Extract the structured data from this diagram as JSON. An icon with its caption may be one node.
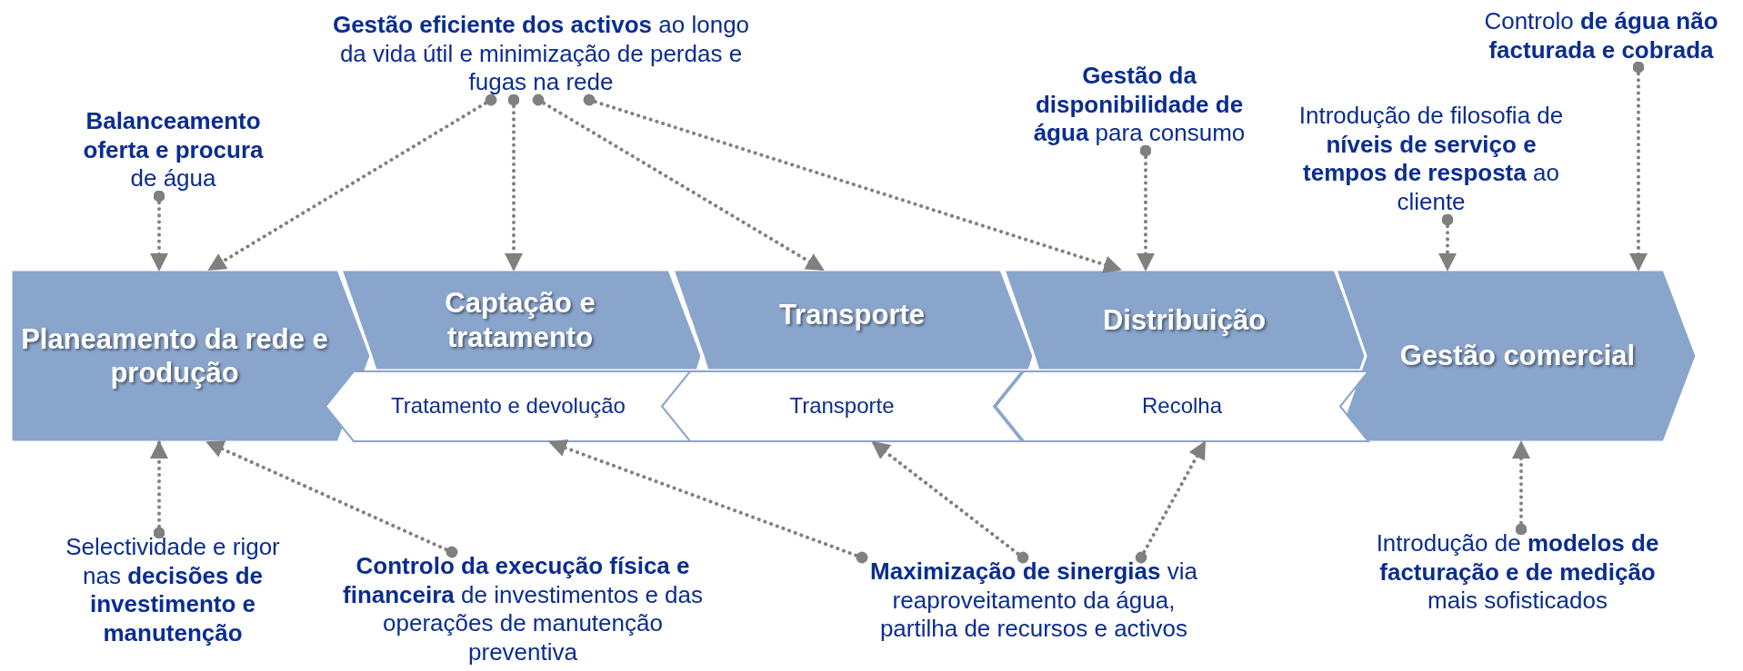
{
  "diagram": {
    "nodes": [
      {
        "text": [
          "**Balanceamento oferta e procura** de água"
        ]
      },
      {
        "text": [
          "**Gestão eficiente dos activos** ao longo da vida útil e minimização de perdas e fugas na rede"
        ]
      },
      {
        "text": [
          "**Gestão da disponibilidade de água** para consumo"
        ]
      },
      {
        "text": [
          "Introdução de filosofia de **níveis de serviço e tempos de resposta** ao cliente"
        ]
      },
      {
        "text": [
          "Controlo **de água não facturada e cobrada**"
        ]
      },
      {
        "text": [
          "Planeamento da rede e produção"
        ]
      },
      {
        "text": [
          "Captação e tratamento"
        ]
      },
      {
        "text": [
          "Transporte"
        ]
      },
      {
        "text": [
          "Distribuição"
        ]
      },
      {
        "text": [
          "Gestão comercial"
        ]
      },
      {
        "text": [
          "Tratamento e devolução"
        ]
      },
      {
        "text": [
          "Transporte"
        ]
      },
      {
        "text": [
          "Recolha"
        ]
      },
      {
        "text": [
          "Selectividade e rigor nas **decisões de investimento e manutenção**"
        ]
      },
      {
        "text": [
          "**Controlo da execução física e financeira** de investimentos e das operações de manutenção preventiva"
        ]
      },
      {
        "text": [
          "**Maximização de sinergias** via reaproveitamento da água, partilha de recursos e activos"
        ]
      },
      {
        "text": [
          "Introdução de **modelos de facturação e de medição** mais sofisticados"
        ]
      }
    ],
    "edges": [
      {
        "from": 0,
        "to": 5,
        "arrow": "to"
      },
      {
        "from": 1,
        "to": 5,
        "arrow": "to"
      },
      {
        "from": 1,
        "to": 6,
        "arrow": "to"
      },
      {
        "from": 1,
        "to": 7,
        "arrow": "to"
      },
      {
        "from": 1,
        "to": 8,
        "arrow": "to"
      },
      {
        "from": 2,
        "to": 8,
        "arrow": "to"
      },
      {
        "from": 3,
        "to": 9,
        "arrow": "to"
      },
      {
        "from": 4,
        "to": 9,
        "arrow": "to"
      },
      {
        "from": 13,
        "to": 5,
        "arrow": "to"
      },
      {
        "from": 14,
        "to": 5,
        "arrow": "to"
      },
      {
        "from": 15,
        "to": 10,
        "arrow": "to"
      },
      {
        "from": 15,
        "to": 11,
        "arrow": "to"
      },
      {
        "from": 15,
        "to": 12,
        "arrow": "to"
      },
      {
        "from": 16,
        "to": 9,
        "arrow": "to"
      }
    ]
  }
}
